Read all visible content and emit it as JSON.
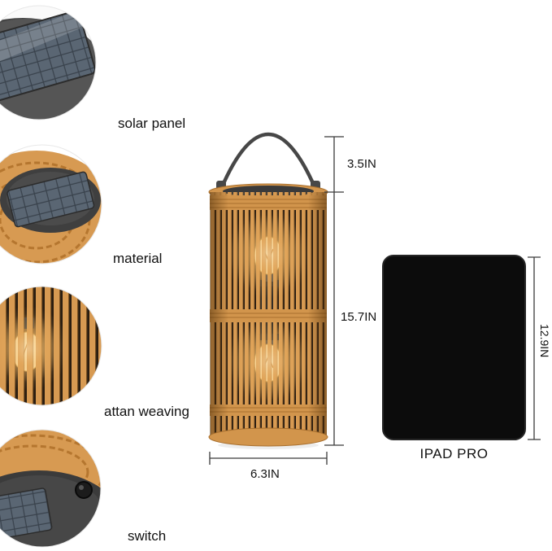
{
  "callouts": [
    {
      "name": "solar-panel",
      "label": "solar panel"
    },
    {
      "name": "material",
      "label": "material"
    },
    {
      "name": "rattan-weaving",
      "label": "attan weaving"
    },
    {
      "name": "switch",
      "label": "switch"
    }
  ],
  "lantern": {
    "dim_handle_height": "3.5IN",
    "dim_body_height": "15.7IN",
    "dim_width": "6.3IN"
  },
  "ipad": {
    "label": "IPAD PRO",
    "dim_height": "12.9IN"
  },
  "colors": {
    "rattan": "#d79a52",
    "rattan_dark": "#a86f2e",
    "band": "#d2954c",
    "interior": "#221810",
    "lid": "#3f3f3f",
    "solar_panel": "#5a6673",
    "glow": "#ffd9a0",
    "ipad_black": "#0c0c0c",
    "dimension_line": "#3a3a3a",
    "text": "#111111"
  }
}
